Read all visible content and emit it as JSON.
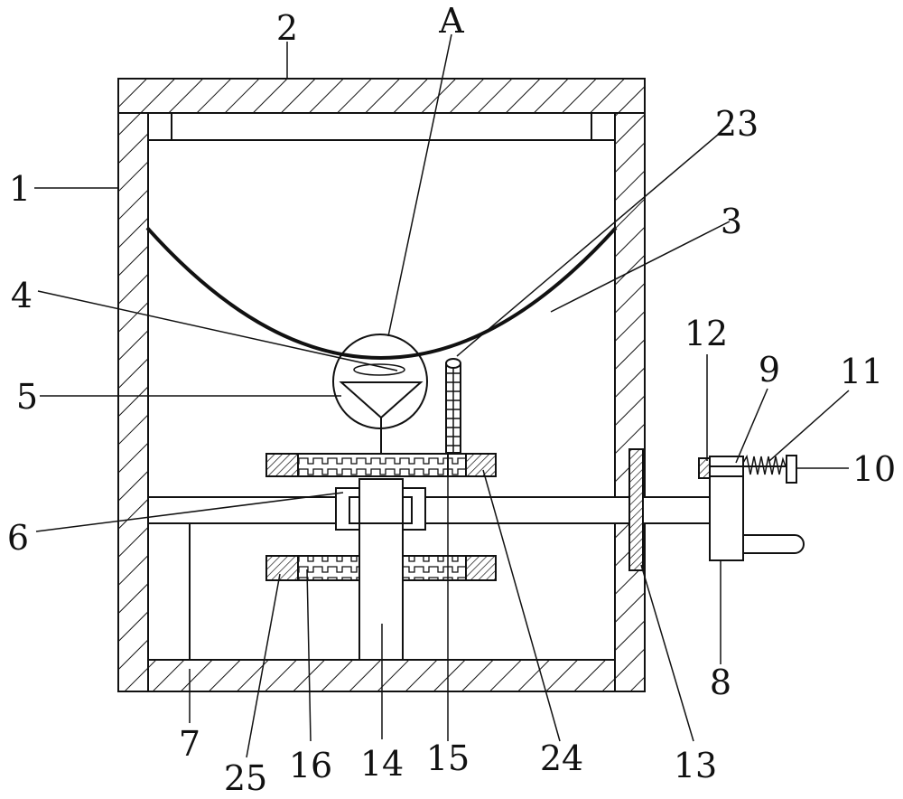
{
  "figure": {
    "reference_letter": "A",
    "labels": {
      "n1": "1",
      "n2": "2",
      "n3": "3",
      "n4": "4",
      "n5": "5",
      "n6": "6",
      "n7": "7",
      "n8": "8",
      "n9": "9",
      "n10": "10",
      "n11": "11",
      "n12": "12",
      "n13": "13",
      "n14": "14",
      "n15": "15",
      "n16": "16",
      "n23": "23",
      "n24": "24",
      "n25": "25"
    }
  }
}
